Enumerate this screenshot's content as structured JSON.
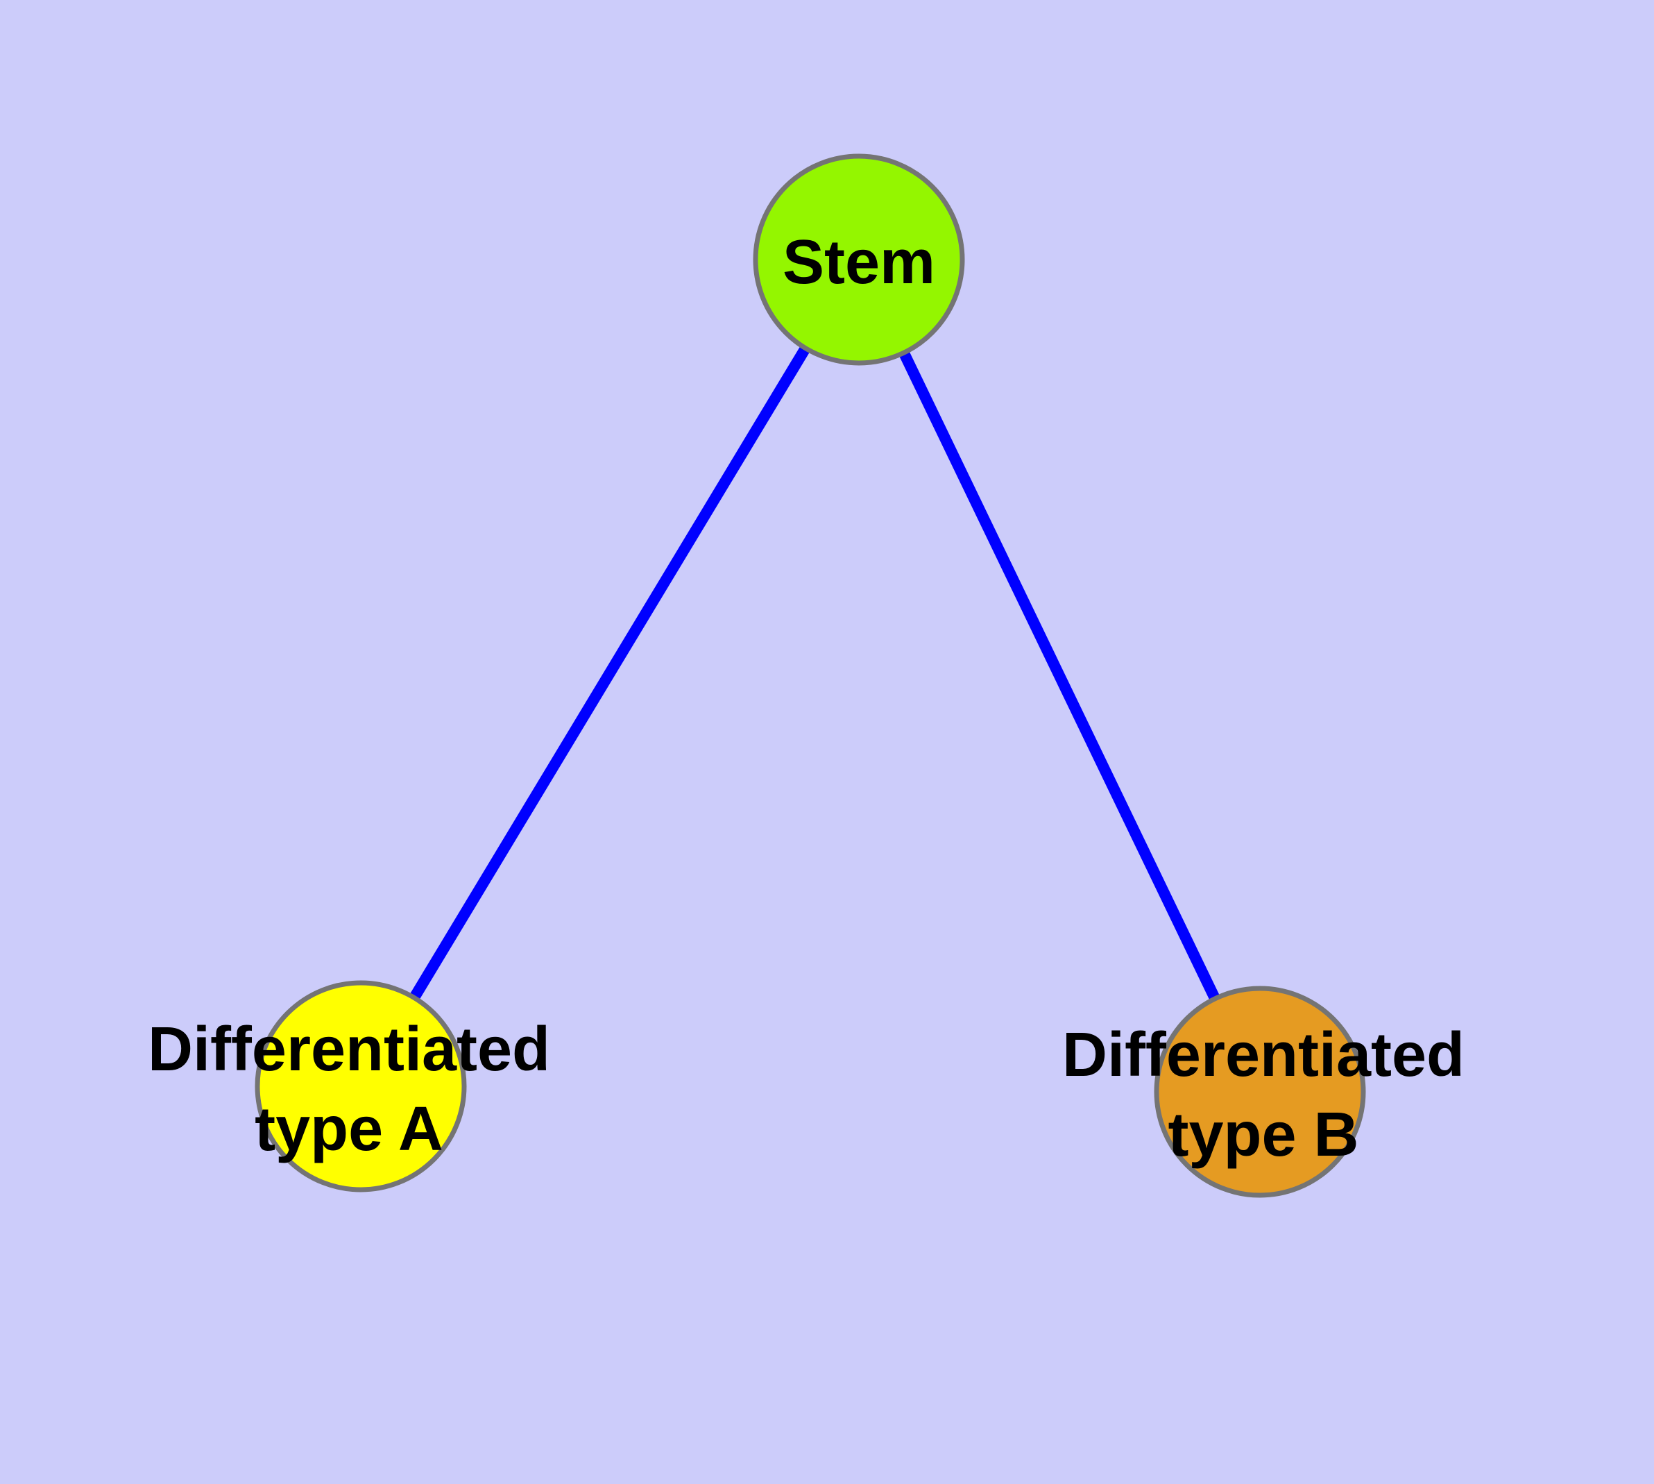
{
  "diagram": {
    "title": "stem-cell-differentiation-graph",
    "background_color": "#CCCCFA",
    "edge_color": "#0000FF",
    "node_border_color": "#747474",
    "label_color": "#000000",
    "nodes": [
      {
        "id": "stem",
        "label": "Stem",
        "fill": "#94F600"
      },
      {
        "id": "type-a",
        "label_line1": "Differentiated",
        "label_line2": "type A",
        "fill": "#FFFF00"
      },
      {
        "id": "type-b",
        "label_line1": "Differentiated",
        "label_line2": "type B",
        "fill": "#E59B22"
      }
    ],
    "edges": [
      {
        "from": "Stem",
        "to": "Differentiated type A"
      },
      {
        "from": "Stem",
        "to": "Differentiated type B"
      }
    ]
  }
}
